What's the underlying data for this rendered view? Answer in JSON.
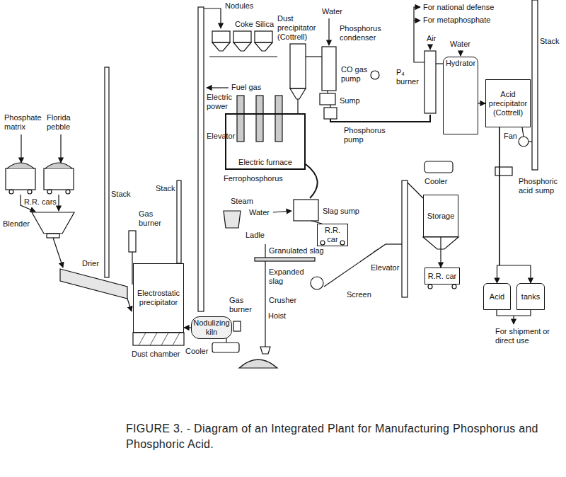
{
  "diagram": {
    "caption": "FIGURE 3. - Diagram of an Integrated Plant for Manufacturing Phosphorus and Phosphoric Acid.",
    "nodes": [
      {
        "text": [
          "Electrostatic precipitator"
        ]
      },
      {
        "text": [
          "Nodulizing kiln"
        ]
      },
      {
        "text": [
          "Electric furnace"
        ]
      },
      {
        "text": [
          "R.R. car"
        ]
      },
      {
        "text": [
          "Storage"
        ]
      },
      {
        "text": [
          "R.R. car"
        ]
      },
      {
        "text": [
          "Hydrator"
        ]
      },
      {
        "text": [
          "Acid precipitator (Cottrell)"
        ]
      },
      {
        "text": [
          "Acid"
        ]
      },
      {
        "text": [
          "tanks"
        ]
      }
    ],
    "edges": [
      {
        "from": 1,
        "to": 0,
        "arrow": "to"
      },
      {
        "from": 4,
        "to": 5,
        "arrow": "to"
      },
      {
        "from": 6,
        "to": 7,
        "arrow": "to"
      },
      {
        "from": 7,
        "to": 8,
        "arrow": "to"
      },
      {
        "from": 7,
        "to": 9,
        "arrow": "to"
      }
    ],
    "labels": [
      "Phosphate matrix",
      "Florida pebble",
      "R.R. cars",
      "Blender",
      "Stack",
      "Drier",
      "Gas burner",
      "Stack",
      "Dust chamber",
      "Cooler",
      "Gas burner",
      "Hoist",
      "Elevator",
      "Nodules",
      "Coke Silica",
      "Fuel gas",
      "Electric power",
      "Ferrophosphorus",
      "Steam",
      "Ladle",
      "Water",
      "Dust precipitator (Cottrell)",
      "Water",
      "Phosphorus condenser",
      "CO gas pump",
      "Sump",
      "Phosphorus pump",
      "Slag sump",
      "Granulated slag",
      "Expanded slag",
      "Crusher",
      "Screen",
      "Elevator",
      "Cooler",
      "For national defense",
      "For metaphosphate",
      "Air",
      "P₄ burner",
      "Water",
      "Fan",
      "Stack",
      "Phosphoric acid sump",
      "For shipment or direct use"
    ]
  }
}
